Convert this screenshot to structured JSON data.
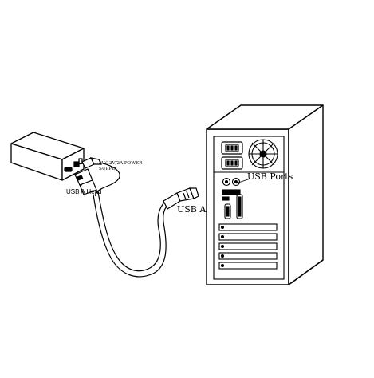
{
  "labels": {
    "power_supply": [
      "5V/12V/2A POWER",
      "SUPPLY"
    ],
    "usb_a_head": "USB A Head",
    "usb_a": "USB A",
    "usb_ports": "USB Ports"
  }
}
